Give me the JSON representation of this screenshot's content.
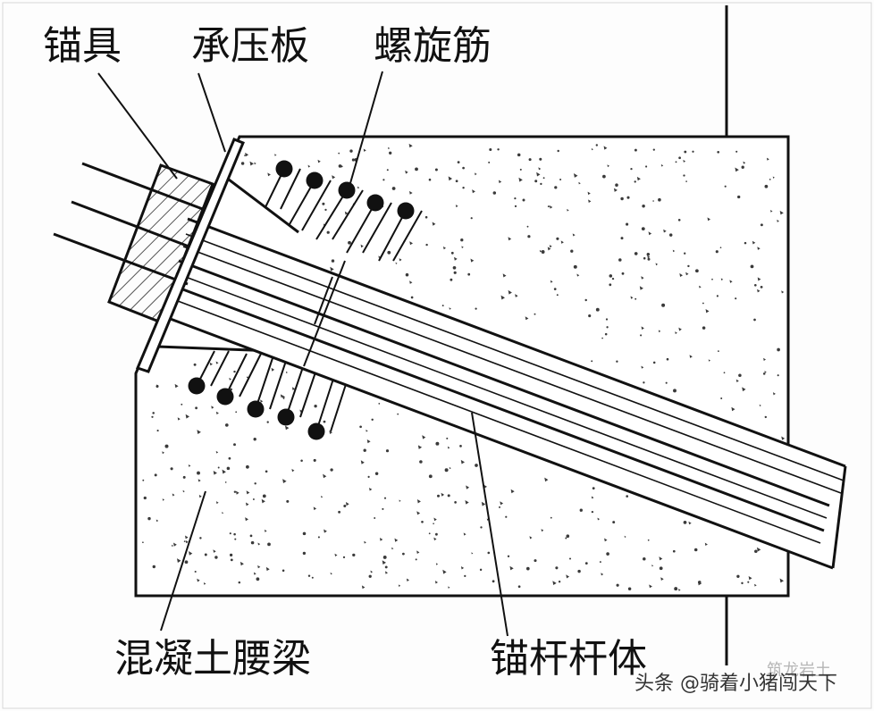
{
  "labels": {
    "anchor": "锚具",
    "bearing_plate": "承压板",
    "spiral_rebar": "螺旋筋",
    "concrete_beam": "混凝土腰梁",
    "anchor_body": "锚杆杆体"
  },
  "watermark": {
    "text": "头条 @骑着小猪闯天下",
    "faint_text": "筑龙岩土"
  },
  "colors": {
    "ink": "#111111",
    "concrete_fill": "#ffffff",
    "speckle": "#3a3a3a"
  }
}
